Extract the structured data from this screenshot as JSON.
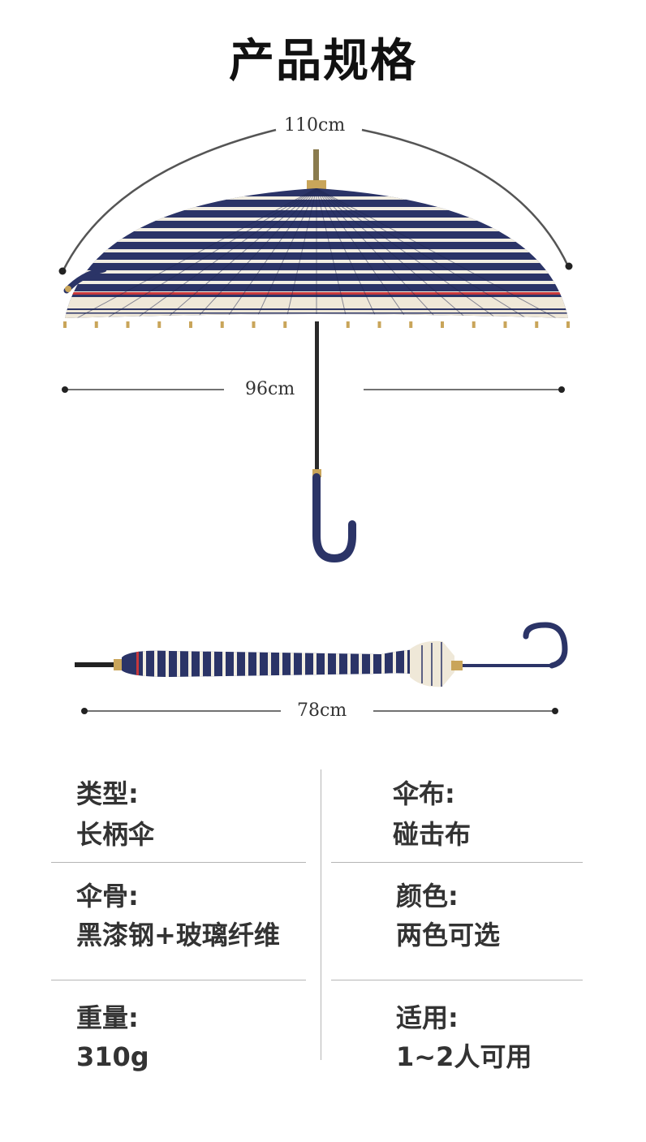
{
  "title": "产品规格",
  "dimensions": {
    "arc_width": "110cm",
    "open_width": "96cm",
    "folded_length": "78cm"
  },
  "colors": {
    "navy": "#2b3467",
    "stripe_white": "#f2eee2",
    "red_accent": "#c8383b",
    "cream_border": "#efe8d8",
    "gold": "#c9a55a"
  },
  "specs": [
    {
      "label": "类型:",
      "value": "长柄伞"
    },
    {
      "label": "伞布:",
      "value": "碰击布"
    },
    {
      "label": "伞骨:",
      "value": "黑漆钢+玻璃纤维"
    },
    {
      "label": "颜色:",
      "value": "两色可选"
    },
    {
      "label": "重量:",
      "value": "310g"
    },
    {
      "label": "适用:",
      "value": "1~2人可用"
    }
  ]
}
